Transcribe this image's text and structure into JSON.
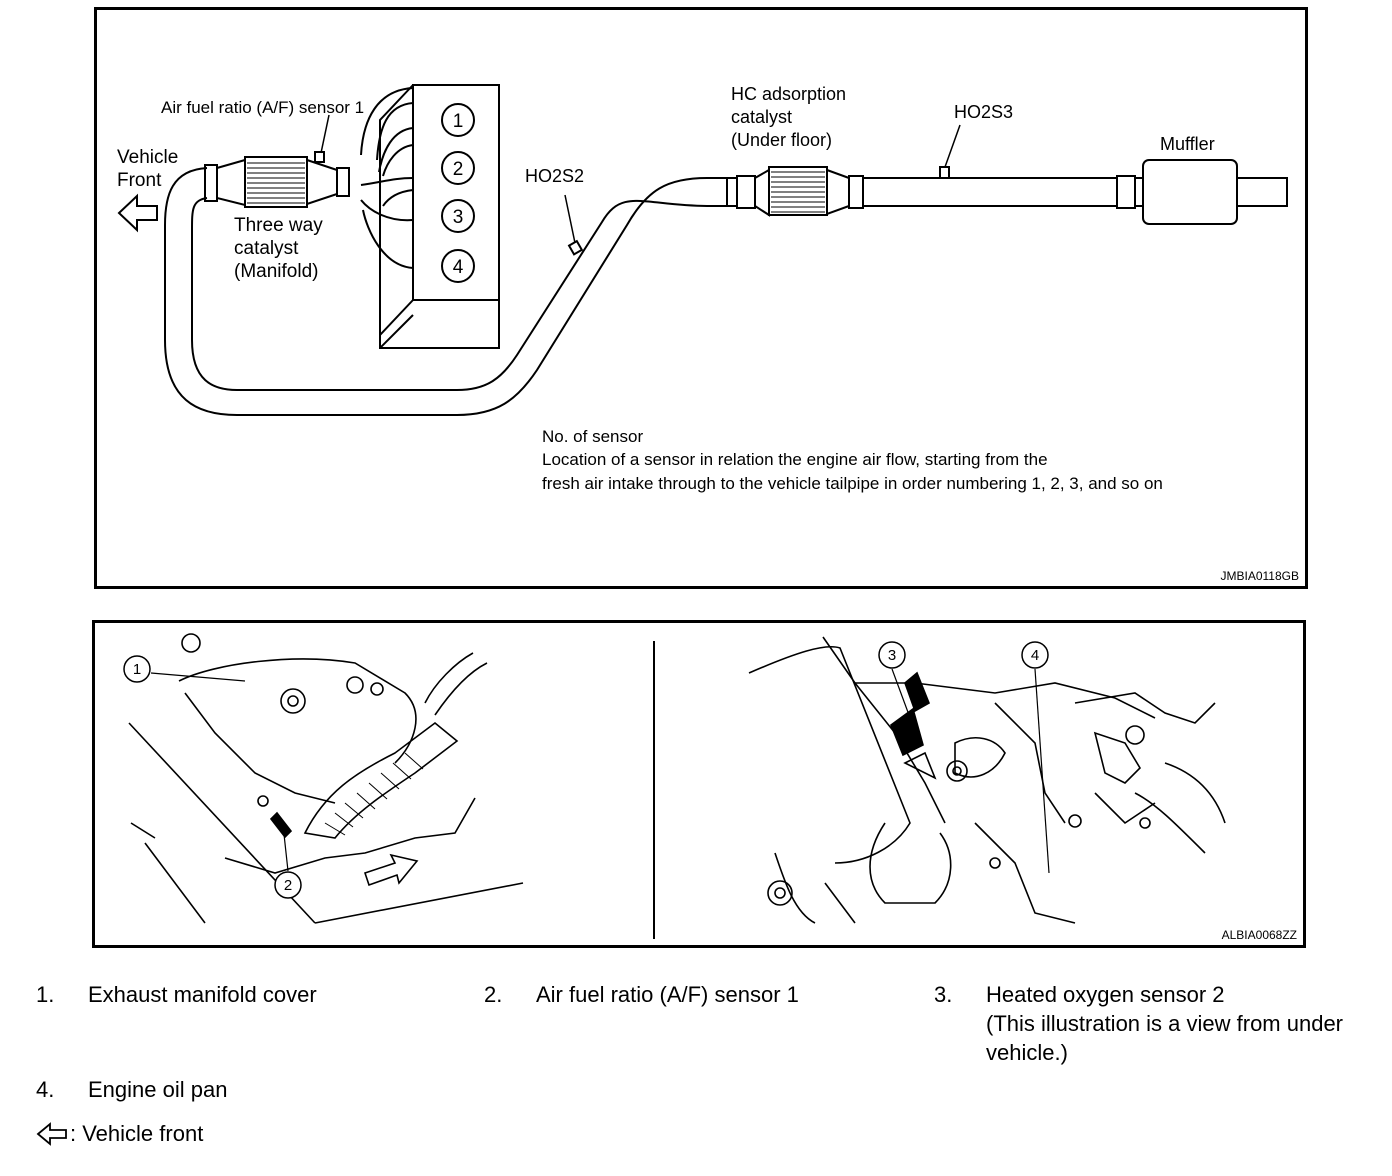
{
  "top_diagram": {
    "af_sensor_label": "Air fuel ratio (A/F) sensor 1",
    "vehicle_front": [
      "Vehicle",
      "Front"
    ],
    "three_way_catalyst": [
      "Three way",
      "catalyst",
      "(Manifold)"
    ],
    "cylinders": [
      "1",
      "2",
      "3",
      "4"
    ],
    "ho2s2_label": "HO2S2",
    "hc_catalyst": [
      "HC adsorption",
      "catalyst",
      "(Under floor)"
    ],
    "ho2s3_label": "HO2S3",
    "muffler_label": "Muffler",
    "note_title": "No. of sensor",
    "note_lines": [
      "Location of a sensor in relation the engine air flow, starting from the",
      "fresh air intake through to the vehicle tailpipe in order numbering 1, 2, 3, and so on"
    ],
    "code": "JMBIA0118GB"
  },
  "bottom_photos": {
    "callouts": [
      "1",
      "2",
      "3",
      "4"
    ],
    "code": "ALBIA0068ZZ"
  },
  "legend": [
    {
      "num": "1.",
      "text": [
        "Exhaust manifold cover"
      ]
    },
    {
      "num": "2.",
      "text": [
        "Air fuel ratio (A/F) sensor 1"
      ]
    },
    {
      "num": "3.",
      "text": [
        "Heated oxygen sensor 2",
        "(This illustration is a view from under",
        "vehicle.)"
      ]
    },
    {
      "num": "4.",
      "text": [
        "Engine oil pan"
      ]
    }
  ],
  "key_text": ": Vehicle front"
}
